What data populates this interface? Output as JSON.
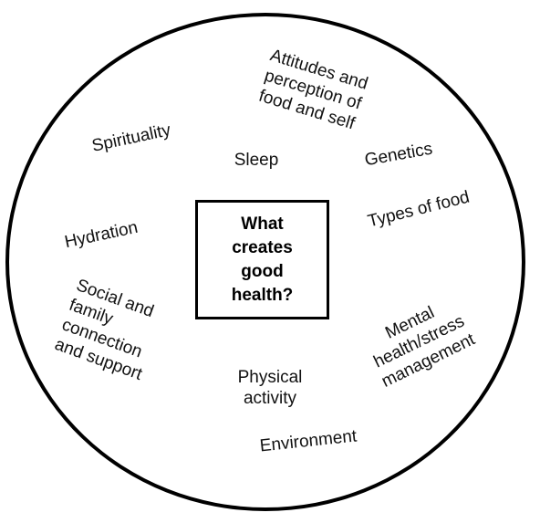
{
  "center": {
    "question": "What\ncreates\ngood\nhealth?"
  },
  "factors": {
    "attitudes": "Attitudes and\nperception of\nfood and self",
    "spirituality": "Spirituality",
    "sleep": "Sleep",
    "genetics": "Genetics",
    "hydration": "Hydration",
    "types_of_food": "Types of food",
    "social": "Social and\nfamily\nconnection\nand support",
    "mental": "Mental\nhealth/stress\nmanagement",
    "physical": "Physical\nactivity",
    "environment": "Environment"
  },
  "colors": {
    "stroke": "#000000",
    "text": "#111111",
    "background": "#ffffff"
  }
}
